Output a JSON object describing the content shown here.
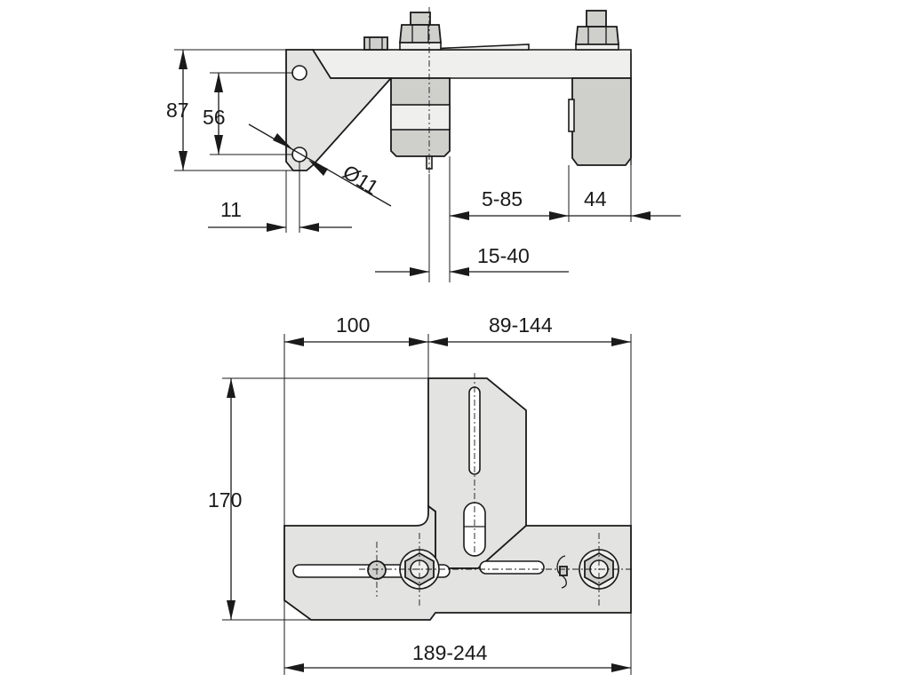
{
  "drawing": {
    "top_view": {
      "dims": {
        "height_total": "87",
        "hole_spacing": "56",
        "hole_diameter": "Ø11",
        "edge_offset": "11",
        "adjust_range": "5-85",
        "block_width": "44",
        "screw_offset": "15-40"
      }
    },
    "front_view": {
      "dims": {
        "left_width": "100",
        "right_range": "89-144",
        "height": "170",
        "overall_range": "189-244"
      }
    }
  }
}
